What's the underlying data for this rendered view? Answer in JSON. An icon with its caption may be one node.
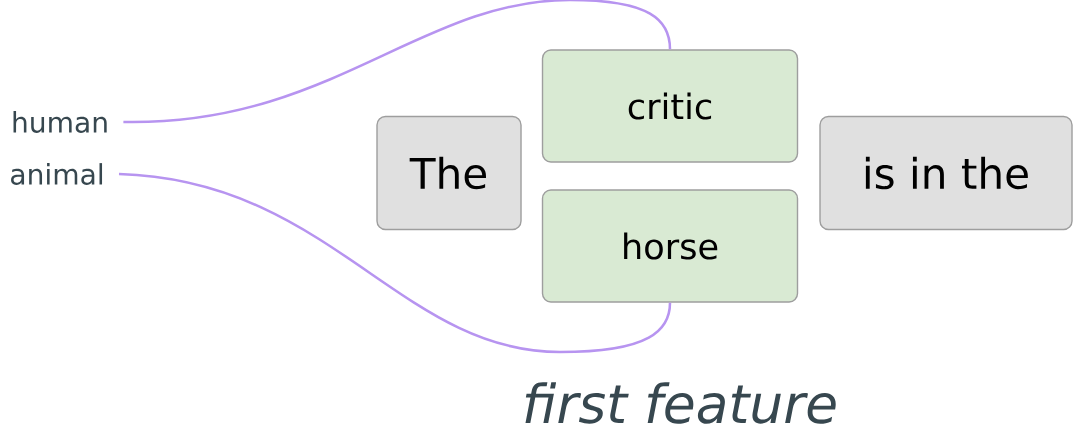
{
  "diagram": {
    "caption": "first feature",
    "nodes": [
      {
        "text": [
          "human"
        ]
      },
      {
        "text": [
          "animal"
        ]
      },
      {
        "text": [
          "The"
        ]
      },
      {
        "text": [
          "critic"
        ]
      },
      {
        "text": [
          "horse"
        ]
      },
      {
        "text": [
          "is in the"
        ]
      }
    ],
    "edges": [
      {
        "from": 0,
        "to": 3,
        "arrow": "none"
      },
      {
        "from": 1,
        "to": 4,
        "arrow": "none"
      }
    ]
  }
}
